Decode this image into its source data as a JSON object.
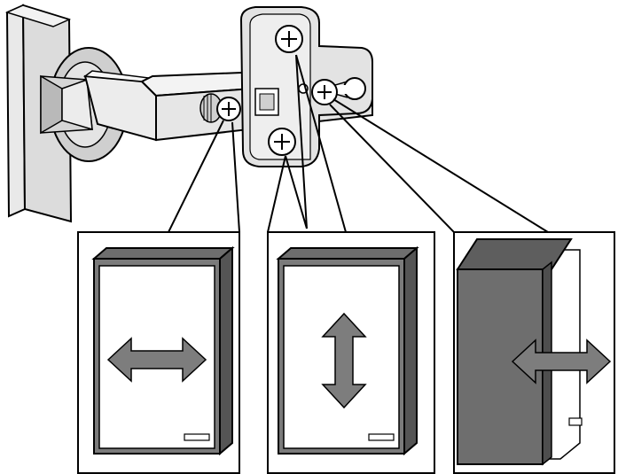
{
  "title": "",
  "colors": {
    "background": "#ffffff",
    "outline": "#000000",
    "metal": "#e6e6e6",
    "metal_dark": "#bdbdbd",
    "door_dark": "#6e6e6e",
    "door_panel": "#ffffff",
    "arrow_fill": "#7d7d7d"
  },
  "adjustments": [
    {
      "name": "side-adjustment",
      "arrow": "horizontal",
      "screw": "side-adjust-screw"
    },
    {
      "name": "height-adjustment",
      "arrow": "vertical",
      "screw": "mounting-plate-screws"
    },
    {
      "name": "depth-adjustment",
      "arrow": "horizontal-depth",
      "screw": "depth-adjust-screw"
    }
  ],
  "icons": [
    "hinge-icon",
    "screw-icon",
    "door-icon",
    "double-arrow-icon"
  ]
}
